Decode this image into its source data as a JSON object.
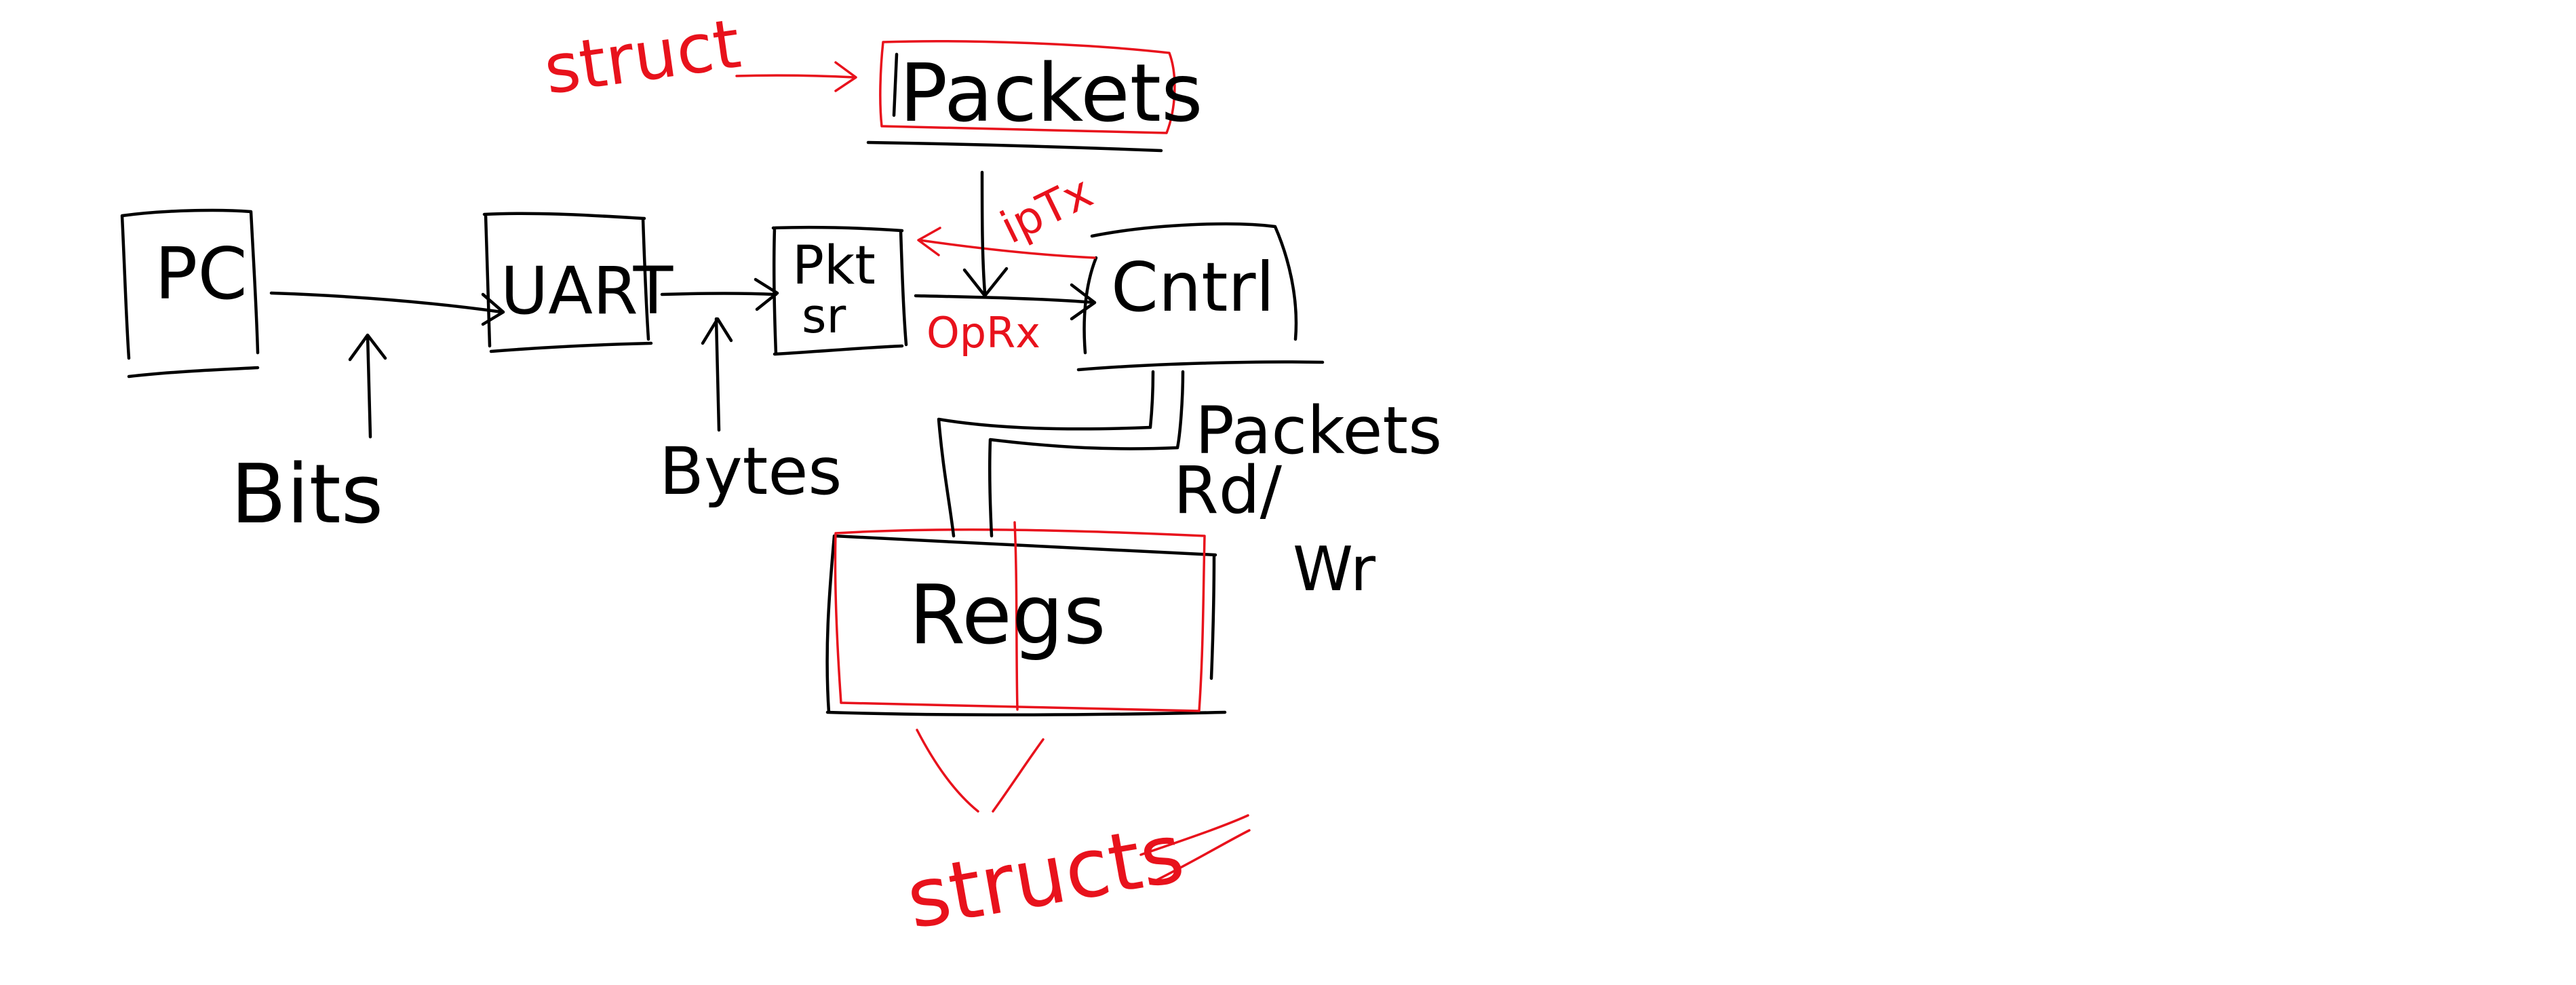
{
  "colors": {
    "black_ink": "#000000",
    "red_ink": "#e8121c",
    "background": "#ffffff"
  },
  "blocks": {
    "pc": "PC",
    "uart": "UART",
    "pkt_line1": "Pkt",
    "pkt_line2": "sr",
    "cntrl": "Cntrl",
    "packets": "Packets",
    "regs": "Regs"
  },
  "labels": {
    "bits": "Bits",
    "bytes": "Bytes",
    "packets_rdwr_line1": "Packets",
    "packets_rdwr_line2": "Rd/",
    "packets_rdwr_line3": "Wr",
    "iptx": "ipTx",
    "oprx": "OpRx"
  },
  "annotations": {
    "struct": "struct",
    "structs": "structs"
  }
}
